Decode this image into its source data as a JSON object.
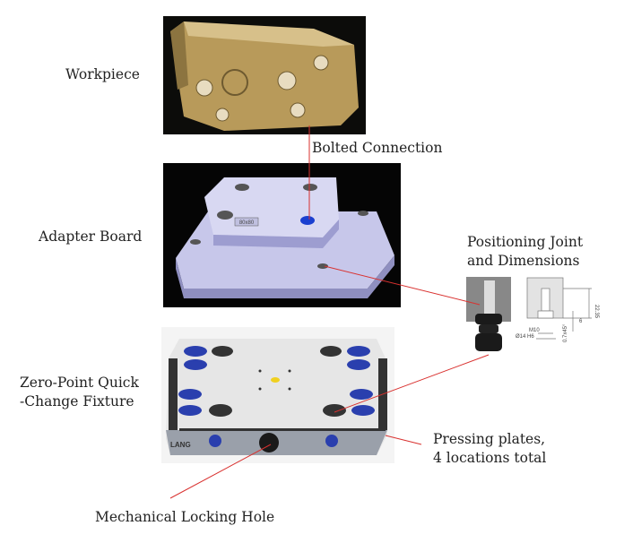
{
  "labels": {
    "workpiece": "Workpiece",
    "bolted_connection": "Bolted Connection",
    "adapter_board": "Adapter Board",
    "positioning_joint_line1": "Positioning Joint",
    "positioning_joint_line2": "and Dimensions",
    "fixture_line1": "Zero-Point Quick",
    "fixture_line2": "-Change Fixture",
    "pressing_line1": "Pressing plates,",
    "pressing_line2": "4 locations total",
    "locking_hole": "Mechanical Locking Hole"
  },
  "dimensions": {
    "thread": "M10",
    "bore": "Ø14 H6",
    "depth": "22.35",
    "step": "6",
    "chamfer": "0.7x45°"
  },
  "fixture_brand": "LANG",
  "adapter_marking": "80x80",
  "colors": {
    "leader": "#d9312f",
    "workpiece": "#b89a5a",
    "adapter": "#b9b9e0",
    "fixture_badge": "#2a3fae"
  }
}
